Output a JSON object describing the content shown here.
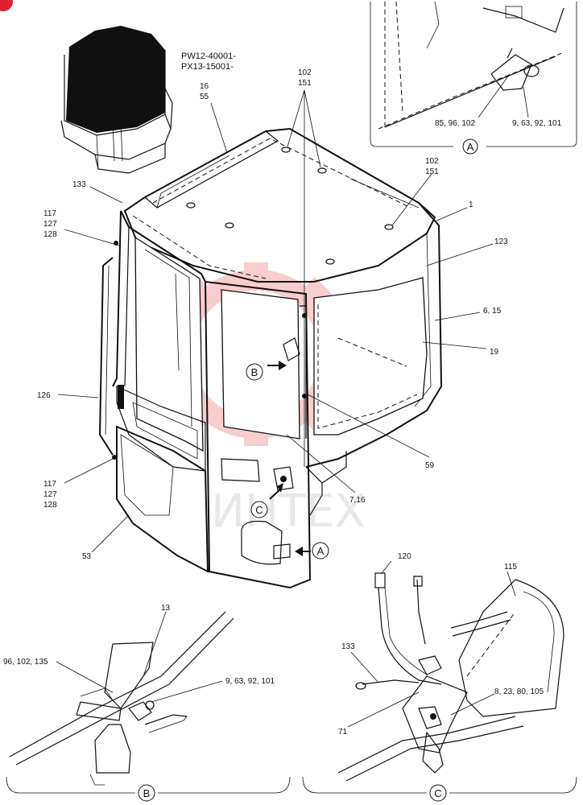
{
  "serial_ranges": [
    "PW12-40001-",
    "PX13-15001-"
  ],
  "part_labels": {
    "p16_55": [
      "16",
      "55"
    ],
    "p102_151_top": [
      "102",
      "151"
    ],
    "p102_151_right": [
      "102",
      "151"
    ],
    "p133": "133",
    "p117_127_128_upper": [
      "117",
      "127",
      "128"
    ],
    "p117_127_128_lower": [
      "117",
      "127",
      "128"
    ],
    "p1": "1",
    "p123": "123",
    "p6_15": "6, 15",
    "p19": "19",
    "p126": "126",
    "p59": "59",
    "p7_16": "7,16",
    "p53": "53",
    "detailA_left": "85, 96, 102",
    "detailA_right": "9, 63, 92, 101",
    "detailB_13": "13",
    "detailB_left": "96, 102, 135",
    "detailB_right": "9, 63, 92, 101",
    "detailC_120": "120",
    "detailC_115": "115",
    "detailC_133": "133",
    "detailC_8_23": "8, 23, 80, 105",
    "detailC_71": "71"
  },
  "callouts": {
    "A_view": "A",
    "B_view": "B",
    "C_view": "C",
    "A_detail": "A",
    "B_detail": "B",
    "C_detail": "C"
  },
  "watermark": "ИНТЕХ",
  "colors": {
    "line": "#111111",
    "watermark_red": "#e02020",
    "corner_badge": "#e02030",
    "panel_fill": "#111111"
  }
}
